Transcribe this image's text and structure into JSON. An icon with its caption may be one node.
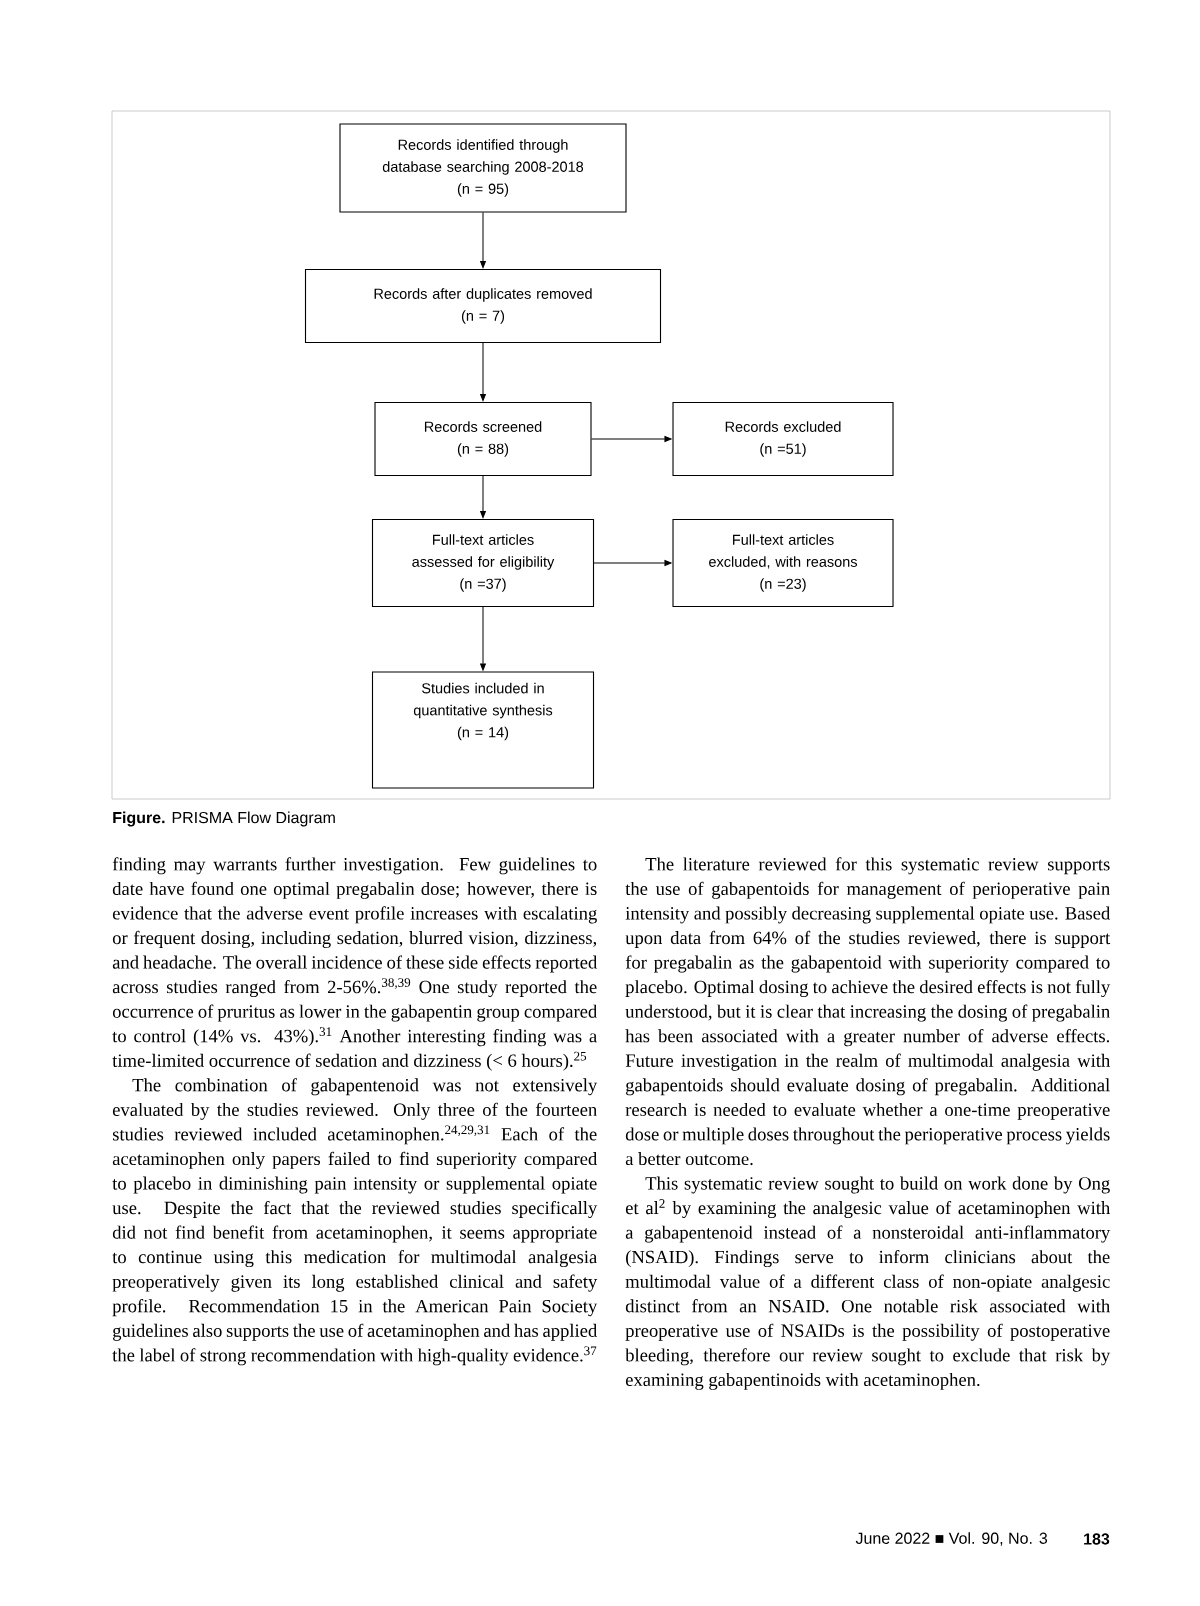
{
  "diagram": {
    "caption": "**Figure.** PRISMA Flow Diagram",
    "nodes": [
      {
        "text": [
          "Records identified through database searching 2008-2018",
          "(n = 95)"
        ]
      },
      {
        "text": [
          "Records after duplicates removed",
          "(n = 7)"
        ]
      },
      {
        "text": [
          "Records screened",
          "(n = 88)"
        ]
      },
      {
        "text": [
          "Records excluded",
          "(n =51)"
        ]
      },
      {
        "text": [
          "Full-text articles assessed for eligibility",
          "(n =37)"
        ]
      },
      {
        "text": [
          "Full-text articles excluded, with reasons",
          "(n =23)"
        ]
      },
      {
        "text": [
          "Studies included in quantitative synthesis",
          "(n = 14)"
        ]
      }
    ],
    "edges": [
      {
        "from": 0,
        "to": 1,
        "arrow": "to"
      },
      {
        "from": 1,
        "to": 2,
        "arrow": "to"
      },
      {
        "from": 2,
        "to": 3,
        "arrow": "to"
      },
      {
        "from": 2,
        "to": 4,
        "arrow": "to"
      },
      {
        "from": 4,
        "to": 5,
        "arrow": "to"
      },
      {
        "from": 4,
        "to": 6,
        "arrow": "to"
      }
    ],
    "labels": [
      "finding may warrants further investigation. Few guidelines to date have found one optimal pregabalin dose; however, there is evidence that the adverse event profile increases with escalating or frequent dosing, including sedation, blurred vision, dizziness, and headache. The overall incidence of these side effects reported across studies ranged from 2-56%.$^{38,39}$ One study reported the occurrence of pruritus as lower in the gabapentin group compared to control (14% vs. 43%).$^{31}$ Another interesting finding was a time-limited occurrence of sedation and dizziness (< 6 hours).$^{25}$",
      "The combination of gabapentenoid was not extensively evaluated by the studies reviewed. Only three of the fourteen studies reviewed included acetaminophen.$^{24,29,31}$ Each of the acetaminophen only papers failed to find superiority compared to placebo in diminishing pain intensity or supplemental opiate use. Despite the fact that the reviewed studies specifically did not find benefit from acetaminophen, it seems appropriate to continue using this medication for multimodal analgesia preoperatively given its long established clinical and safety profile. Recommendation 15 in the American Pain Society guidelines also supports the use of acetaminophen and has applied the label of strong recommendation with high-quality evidence.$^{37}$",
      "The literature reviewed for this systematic review supports the use of gabapentoids for management of perioperative pain intensity and possibly decreasing supplemental opiate use. Based upon data from 64% of the studies reviewed, there is support for pregabalin as the gabapentoid with superiority compared to placebo. Optimal dosing to achieve the desired effects is not fully understood, but it is clear that increasing the dosing of pregabalin has been associated with a greater number of adverse effects. Future investigation in the realm of multimodal analgesia with gabapentoids should evaluate dosing of pregabalin. Additional research is needed to evaluate whether a one-time preoperative dose or multiple doses throughout the perioperative process yields a better outcome.",
      "This systematic review sought to build on work done by Ong et al$^{2}$ by examining the analgesic value of acetaminophen with a gabapentenoid instead of a nonsteroidal anti-inflammatory (NSAID). Findings serve to inform clinicians about the multimodal value of a different class of non-opiate analgesic distinct from an NSAID. One notable risk associated with preoperative use of NSAIDs is the possibility of postoperative bleeding, therefore our review sought to exclude that risk by examining gabapentinoids with acetaminophen.",
      "June 2022 ■ Vol. 90, No. 3",
      "183"
    ]
  }
}
